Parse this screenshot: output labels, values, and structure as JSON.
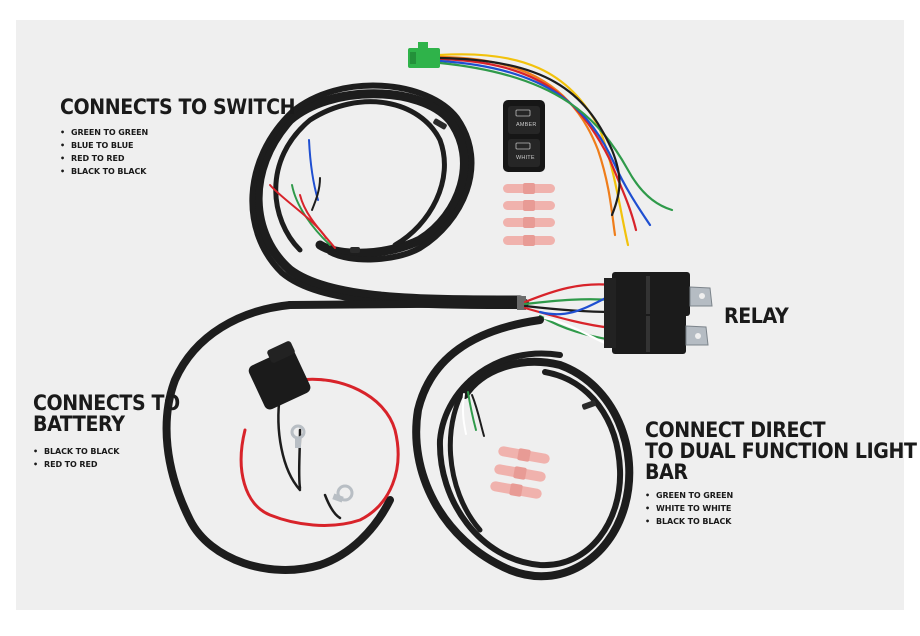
{
  "labels": {
    "switch": {
      "title": "CONNECTS TO SWITCH",
      "items": [
        "GREEN TO GREEN",
        "BLUE TO BLUE",
        "RED TO RED",
        "BLACK TO BLACK"
      ]
    },
    "battery": {
      "title_line1": "CONNECTS TO",
      "title_line2": "BATTERY",
      "items": [
        "BLACK TO BLACK",
        "RED TO RED"
      ]
    },
    "relay": {
      "title": "RELAY"
    },
    "lightbar": {
      "title_line1": "CONNECT DIRECT",
      "title_line2": "TO DUAL FUNCTION LIGHT BAR",
      "items": [
        "GREEN TO GREEN",
        "WHITE TO WHITE",
        "BLACK TO BLACK"
      ]
    }
  },
  "switch_buttons": {
    "top": "AMBER",
    "bottom": "WHITE"
  },
  "colors": {
    "background": "#efefef",
    "loom": "#1d1d1d",
    "wire_red": "#d8232a",
    "wire_green": "#2f9a4a",
    "wire_blue": "#1f4fd1",
    "wire_yellow": "#f2c20c",
    "wire_orange": "#ef7d1a",
    "connector_green": "#2fb34a",
    "butt_connector": "#f0b2ad"
  }
}
